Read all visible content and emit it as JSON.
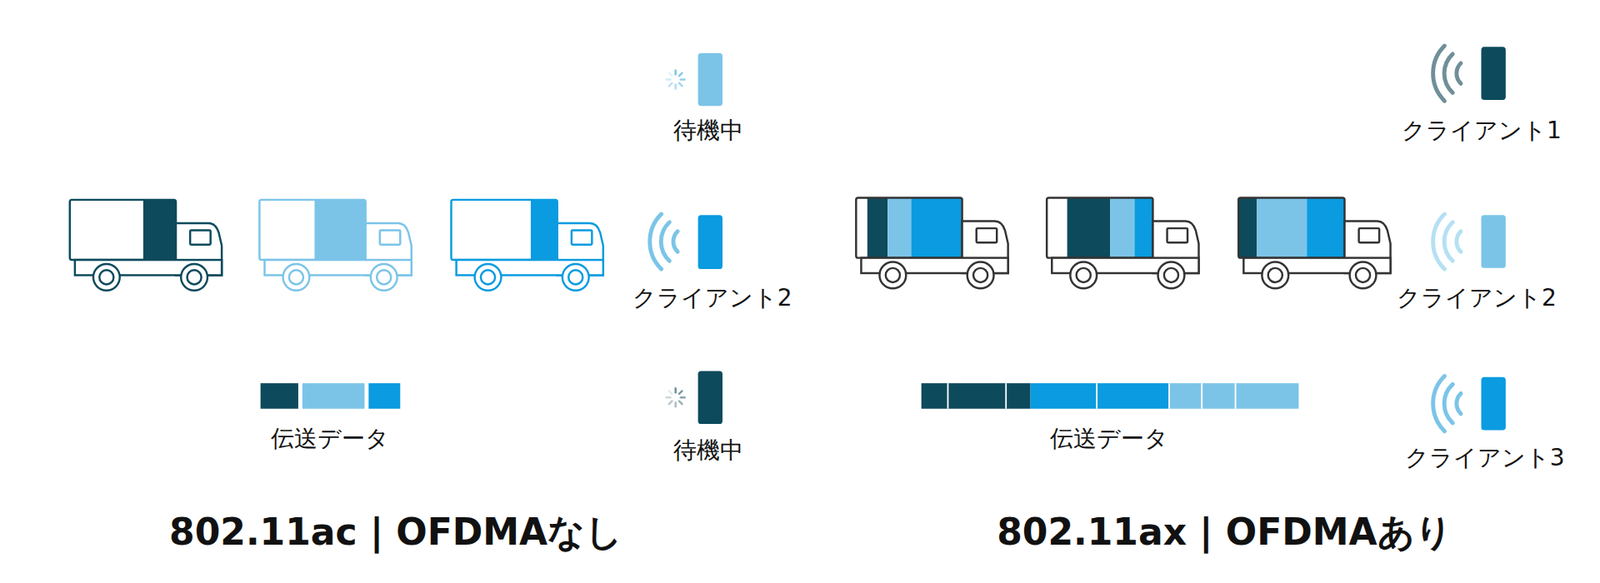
{
  "diagram": {
    "labels": [
      "待機中",
      "クライアント2",
      "伝送データ",
      "待機中",
      "802.11ac | OFDMAなし",
      "クライアント1",
      "クライアント2",
      "伝送データ",
      "クライアント3",
      "802.11ax | OFDMAあり"
    ]
  }
}
